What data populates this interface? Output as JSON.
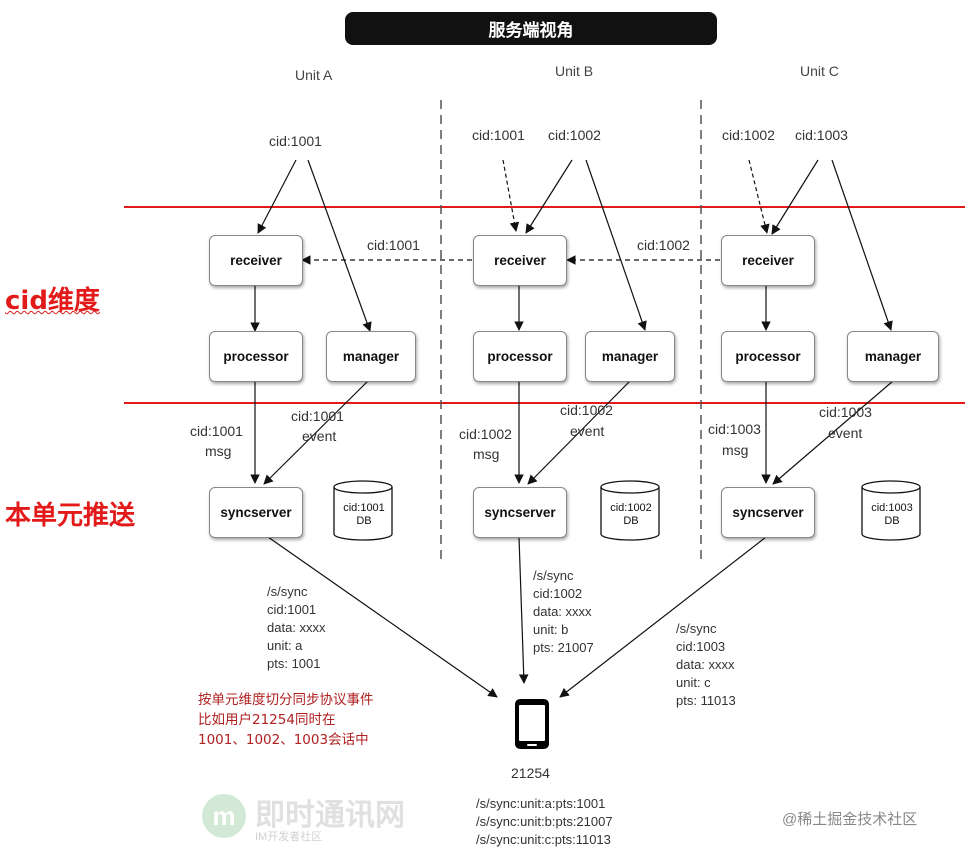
{
  "title": "服务端视角",
  "units": [
    "Unit  A",
    "Unit  B",
    "Unit  C"
  ],
  "side_labels": {
    "cid": "cid维度",
    "push": "本单元推送"
  },
  "unit_a": {
    "top_cid": "cid:1001",
    "receiver": "receiver",
    "processor": "processor",
    "manager": "manager",
    "msg_cid": "cid:1001",
    "msg": "msg",
    "event_cid": "cid:1001",
    "event": "event",
    "syncserver": "syncserver",
    "db_cid": "cid:1001",
    "db": "DB",
    "sync_lines": [
      "/s/sync",
      "cid:1001",
      "data: xxxx",
      "unit: a",
      "pts: 1001"
    ]
  },
  "unit_b": {
    "top_cid_1": "cid:1001",
    "top_cid_2": "cid:1002",
    "forward_cid": "cid:1001",
    "receiver": "receiver",
    "processor": "processor",
    "manager": "manager",
    "msg_cid": "cid:1002",
    "msg": "msg",
    "event_cid": "cid:1002",
    "event": "event",
    "syncserver": "syncserver",
    "db_cid": "cid:1002",
    "db": "DB",
    "sync_lines": [
      "/s/sync",
      "cid:1002",
      "data: xxxx",
      "unit: b",
      "pts: 21007"
    ]
  },
  "unit_c": {
    "top_cid_1": "cid:1002",
    "top_cid_2": "cid:1003",
    "forward_cid": "cid:1002",
    "receiver": "receiver",
    "processor": "processor",
    "manager": "manager",
    "msg_cid": "cid:1003",
    "msg": "msg",
    "event_cid": "cid:1003",
    "event": "event",
    "syncserver": "syncserver",
    "db_cid": "cid:1003",
    "db": "DB",
    "sync_lines": [
      "/s/sync",
      "cid:1003",
      "data: xxxx",
      "unit: c",
      "pts: 11013"
    ]
  },
  "note_lines": [
    "按单元维度切分同步协议事件",
    "比如用户21254同时在",
    "1001、1002、1003会话中"
  ],
  "user": {
    "id": "21254",
    "paths": [
      "/s/sync:unit:a:pts:1001",
      "/s/sync:unit:b:pts:21007",
      "/s/sync:unit:c:pts:11013"
    ]
  },
  "watermark": {
    "site": "即时通讯网",
    "subtitle": "IM开发者社区",
    "credit": "@稀土掘金技术社区"
  },
  "colors": {
    "red": "#e31a1a",
    "note_red": "#b02020",
    "title_bg": "#111111"
  }
}
